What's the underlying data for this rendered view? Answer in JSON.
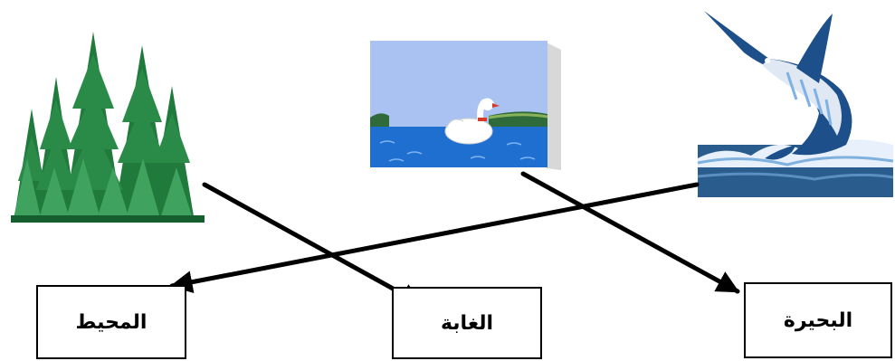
{
  "labels": {
    "ocean": "المحيط",
    "forest": "الغابة",
    "lake": "البحيرة"
  },
  "pictures": {
    "forest": "forest-trees-icon",
    "lake_card": "swan-on-lake-card-icon",
    "marlin": "jumping-marlin-icon"
  },
  "colors": {
    "tree_green": "#1f7a3c",
    "tree_dark": "#155e2d",
    "water_blue": "#1f6fd0",
    "sky": "#a9c2f2",
    "sea_dark": "#2a5d8e",
    "arrow": "#000000"
  },
  "connections": [
    {
      "from": "forest",
      "to": "forest_label"
    },
    {
      "from": "lake_card",
      "to": "lake_label"
    },
    {
      "from": "marlin",
      "to": "ocean_label"
    }
  ]
}
